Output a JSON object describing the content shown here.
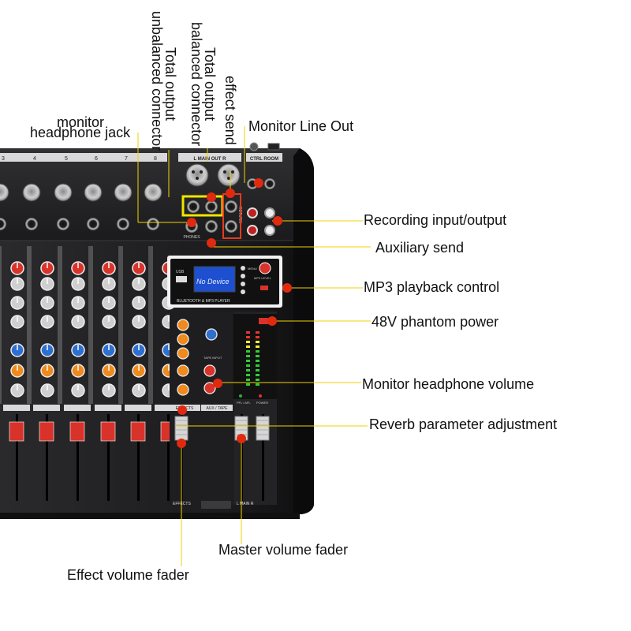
{
  "callouts": {
    "monitor_headphone_jack": [
      "monitor",
      "headphone jack"
    ],
    "total_output_unbalanced": [
      "Total output",
      "unbalanced connector"
    ],
    "total_output_balanced": [
      "Total output",
      "balanced connector"
    ],
    "effect_send": "effect send",
    "monitor_line_out": "Monitor Line Out",
    "recording_io": "Recording input/output",
    "auxiliary_send": "Auxiliary send",
    "mp3_playback": "MP3 playback control",
    "phantom_power": "48V phantom power",
    "monitor_headphone_volume": "Monitor headphone volume",
    "reverb_adjustment": "Reverb parameter adjustment",
    "master_fader": "Master volume fader",
    "effect_fader": "Effect volume fader"
  },
  "mixer": {
    "channel_numbers": [
      "3",
      "4",
      "5",
      "6",
      "7",
      "8"
    ],
    "main_out_label": "L  MAIN OUT  R",
    "ctrl_room_label": "CTRL ROOM",
    "mp3_screen_text": "No Device",
    "mp3_player_label": "BLUETOOTH & MP3 PLAYER",
    "mp3_level_label": "MP3 LEVEL",
    "usb_label": "USB",
    "menu_label": "MENU",
    "phones_label": "PHONES",
    "return_label": "RETURN",
    "effects_label": "EFFECTS",
    "aux_tape_label": "AUX / TAPE",
    "main_lr_label": "L  MAIN  R",
    "tape_input_label": "TAPE INPUT",
    "power_label": "POWER",
    "pfl_label": "PFL / AFL"
  },
  "colors": {
    "accent_line": "#f2d200",
    "highlight_yellow": "#f0e500",
    "highlight_red": "#e23b1f",
    "marker_red": "#e02a10",
    "knob_red": "#d8332a",
    "knob_blue": "#2f6fd0",
    "knob_orange": "#ef8a1e",
    "mixer_body": "#1c1c1e"
  }
}
